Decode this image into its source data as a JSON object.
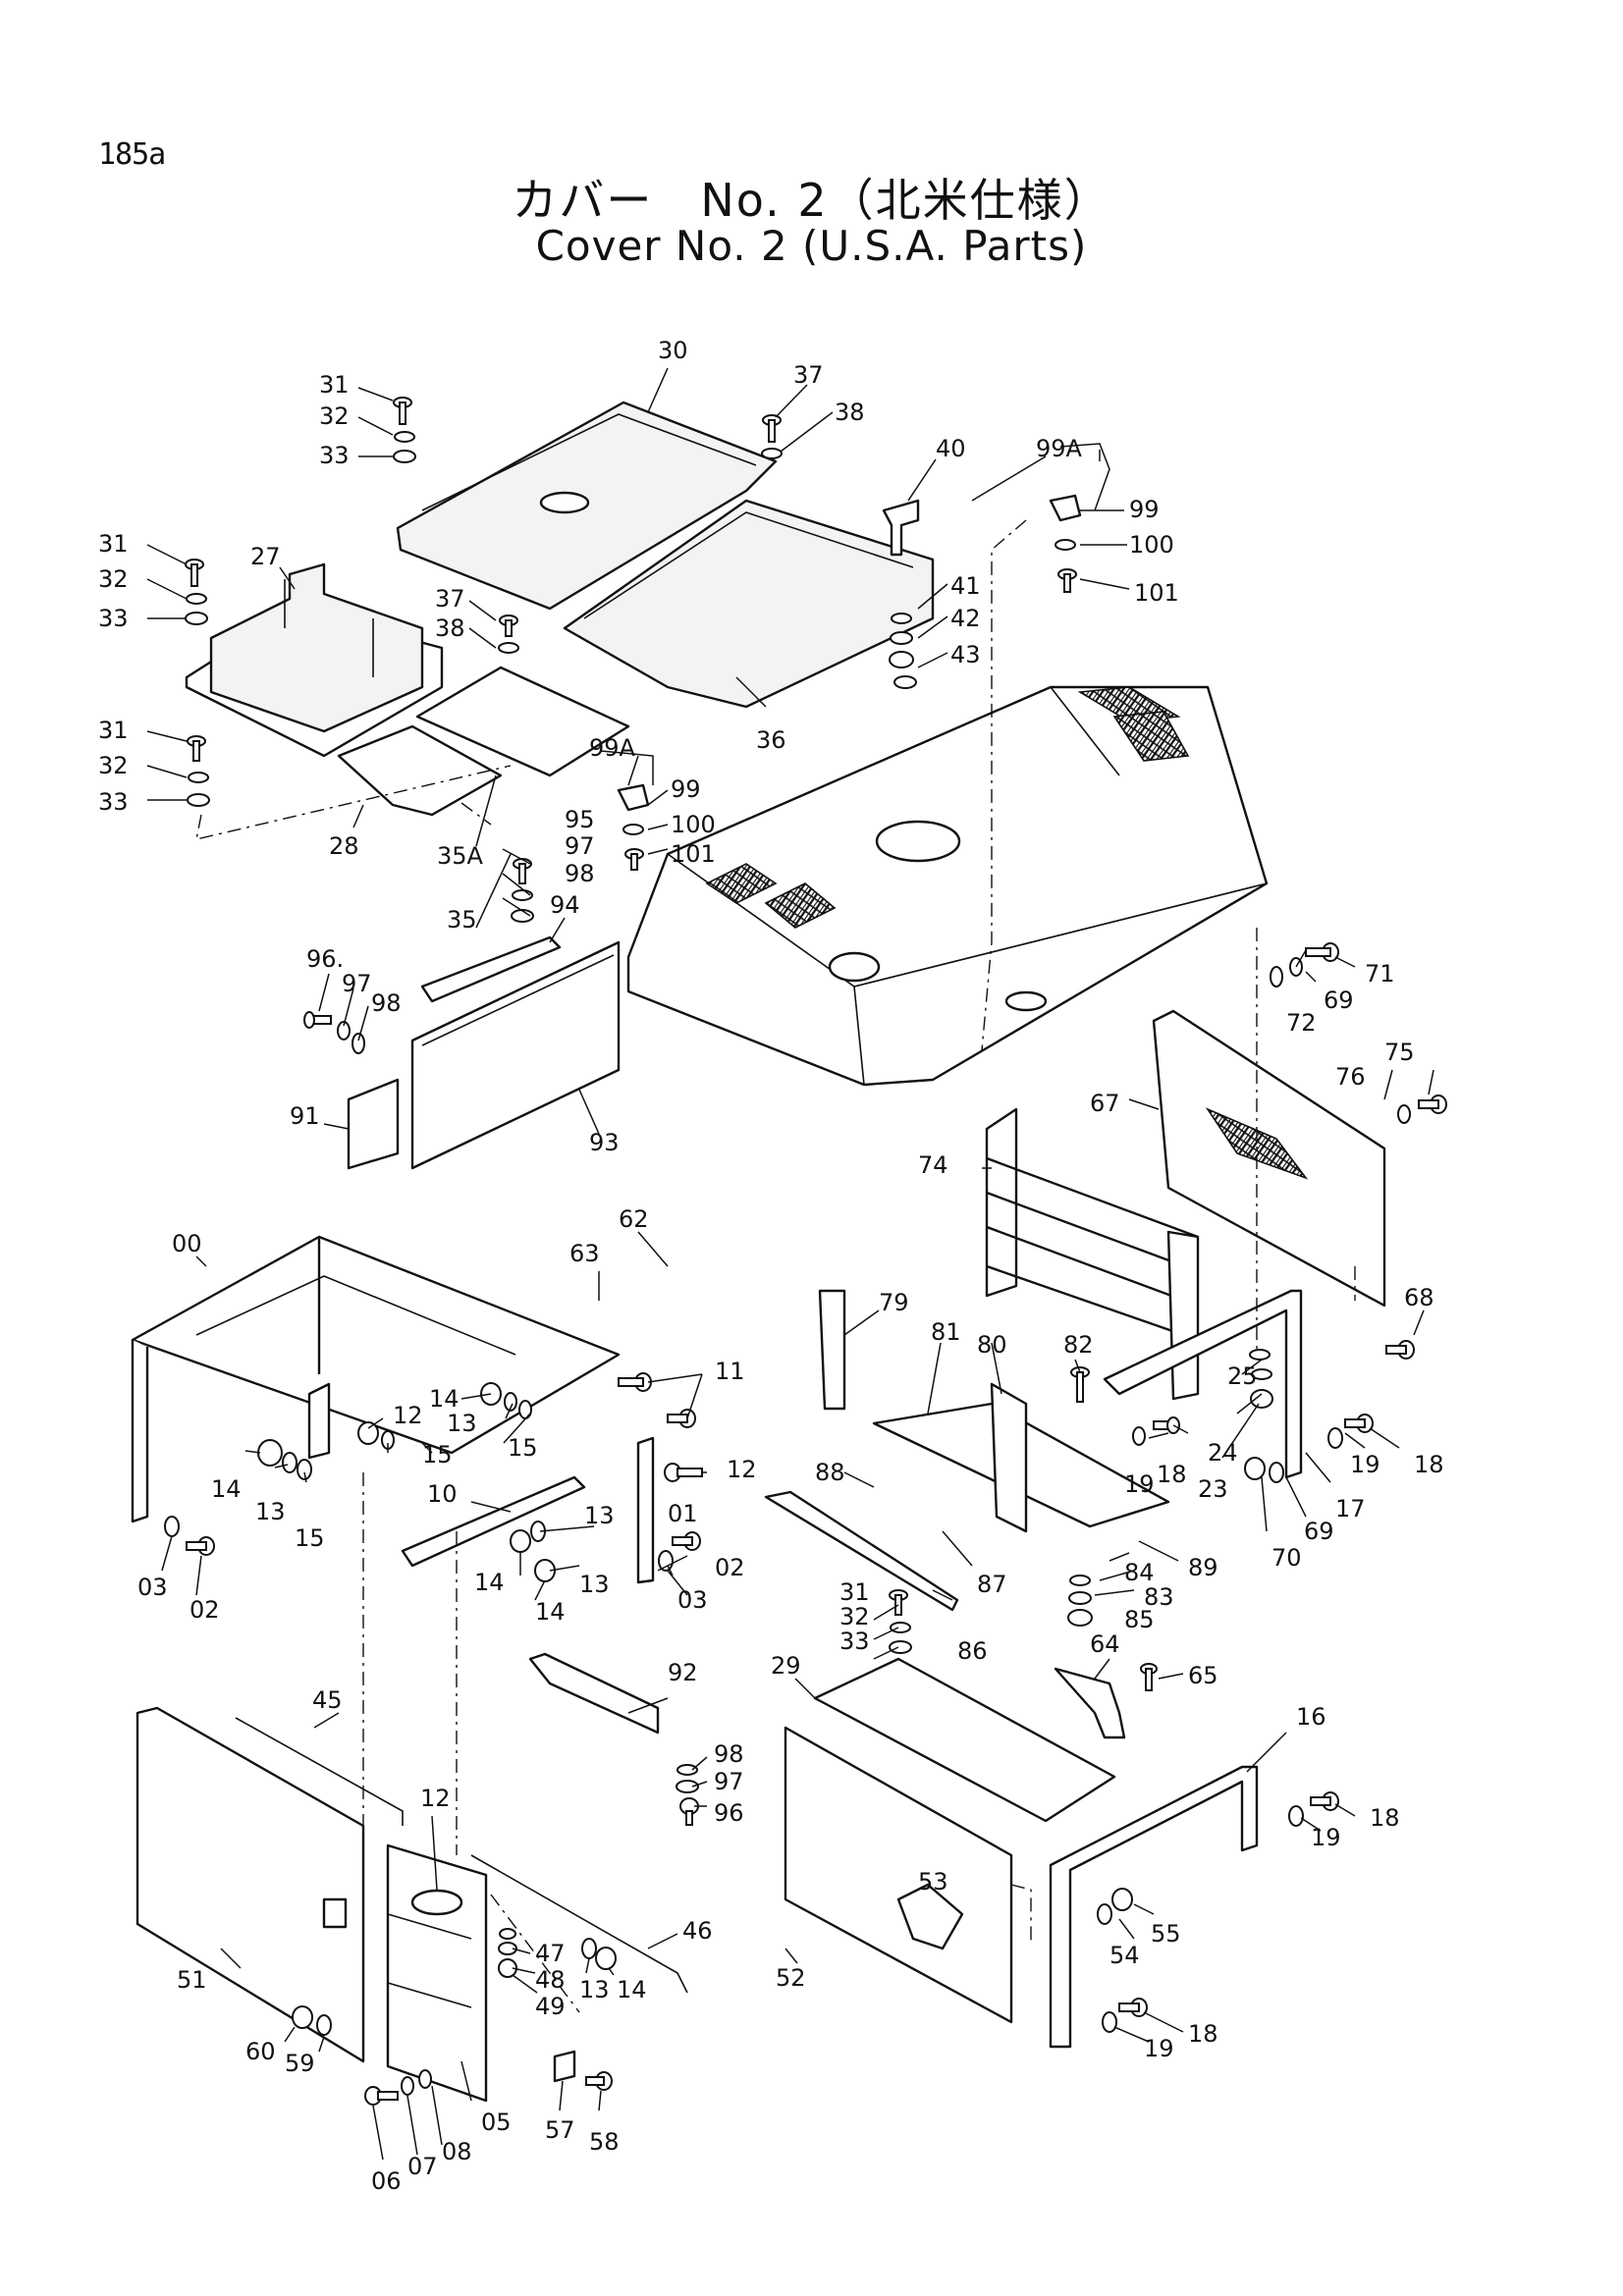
{
  "page": {
    "number": "185a",
    "title_jp": "カバー　No. 2（北米仕様）",
    "title_en": "Cover No. 2 (U.S.A. Parts)"
  },
  "callouts": [
    "30",
    "31",
    "32",
    "33",
    "37",
    "38",
    "40",
    "99A",
    "99",
    "100",
    "101",
    "27",
    "31",
    "32",
    "33",
    "37",
    "38",
    "41",
    "42",
    "43",
    "36",
    "31",
    "32",
    "33",
    "28",
    "99A",
    "99",
    "100",
    "101",
    "95",
    "97",
    "98",
    "35A",
    "35",
    "94",
    "96.",
    "97",
    "98",
    "91",
    "93",
    "71",
    "69",
    "72",
    "75",
    "76",
    "67",
    "74",
    "00",
    "62",
    "63",
    "11",
    "12",
    "14",
    "13",
    "15",
    "12",
    "15",
    "14",
    "13",
    "15",
    "10",
    "13",
    "01",
    "02",
    "14",
    "13",
    "14",
    "03",
    "02",
    "03",
    "79",
    "81",
    "80",
    "82",
    "88",
    "87",
    "86",
    "84",
    "83",
    "85",
    "89",
    "25",
    "24",
    "23",
    "18",
    "19",
    "70",
    "69",
    "17",
    "19",
    "18",
    "68",
    "31",
    "32",
    "33",
    "29",
    "64",
    "65",
    "92",
    "98",
    "97",
    "96",
    "45",
    "12",
    "51",
    "46",
    "47",
    "48",
    "49",
    "13",
    "14",
    "60",
    "59",
    "05",
    "06",
    "07",
    "08",
    "57",
    "58",
    "16",
    "18",
    "19",
    "53",
    "52",
    "54",
    "55",
    "18",
    "19"
  ],
  "icons": {
    "bolt": "bolt-icon",
    "washer": "washer-icon",
    "nut": "nut-icon",
    "latch": "latch-icon"
  }
}
